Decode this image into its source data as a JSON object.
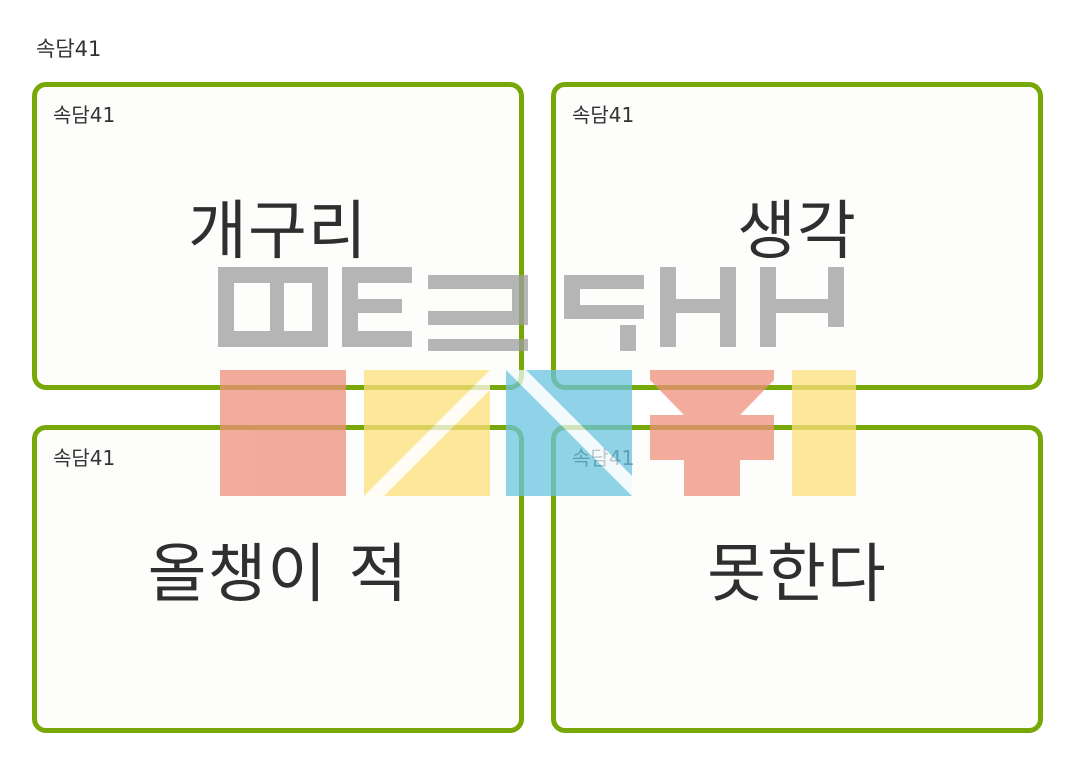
{
  "page": {
    "label": "속담41"
  },
  "cards": [
    {
      "label": "속담41",
      "word": "개구리"
    },
    {
      "label": "속담41",
      "word": "생각"
    },
    {
      "label": "속담41",
      "word": "올챙이 적"
    },
    {
      "label": "속담41",
      "word": "못한다"
    }
  ],
  "colors": {
    "card_border": "#77a807",
    "text": "#333333",
    "watermark_gray": "#9e9e9e",
    "watermark_red": "#ef8f7c",
    "watermark_yellow": "#fde07a",
    "watermark_blue": "#6cc4e0"
  }
}
